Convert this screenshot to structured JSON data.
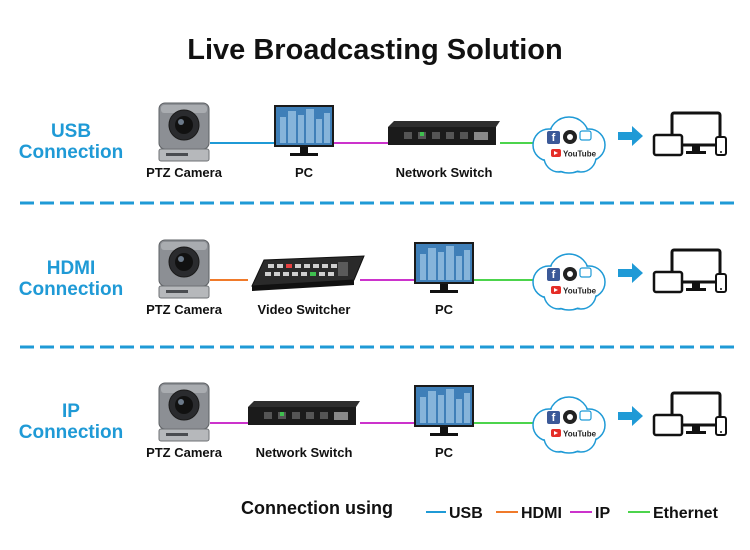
{
  "title": "Live Broadcasting Solution",
  "colors": {
    "usb": "#1f9ad6",
    "hdmi": "#f07a2a",
    "ip": "#cc33cc",
    "ethernet": "#4cd44c",
    "divider": "#1f9ad6",
    "label": "#1f9ad6",
    "arrow": "#1f9ad6"
  },
  "streaming_icons": [
    "facebook-icon",
    "camera-shutter-icon",
    "periscope-icon",
    "youtube-icon"
  ],
  "youtube_text": "YouTube",
  "rows": [
    {
      "label_lines": [
        "USB",
        "Connection"
      ],
      "devices": [
        {
          "type": "camera",
          "label": "PTZ Camera"
        },
        {
          "type": "pc",
          "label": "PC"
        },
        {
          "type": "switch",
          "label": "Network Switch"
        }
      ],
      "links": [
        "usb",
        "ip",
        "ethernet"
      ]
    },
    {
      "label_lines": [
        "HDMI",
        "Connection"
      ],
      "devices": [
        {
          "type": "camera",
          "label": "PTZ Camera"
        },
        {
          "type": "video-switcher",
          "label": "Video Switcher"
        },
        {
          "type": "pc",
          "label": "PC"
        }
      ],
      "links": [
        "hdmi",
        "ip",
        "ethernet"
      ]
    },
    {
      "label_lines": [
        "IP",
        "Connection"
      ],
      "devices": [
        {
          "type": "camera",
          "label": "PTZ Camera"
        },
        {
          "type": "switch",
          "label": "Network Switch"
        },
        {
          "type": "pc",
          "label": "PC"
        }
      ],
      "links": [
        "ip",
        "ip",
        "ethernet"
      ]
    }
  ],
  "legend": {
    "heading": "Connection using",
    "items": [
      {
        "key": "usb",
        "label": "USB"
      },
      {
        "key": "hdmi",
        "label": "HDMI"
      },
      {
        "key": "ip",
        "label": "IP"
      },
      {
        "key": "ethernet",
        "label": "Ethernet"
      }
    ]
  }
}
